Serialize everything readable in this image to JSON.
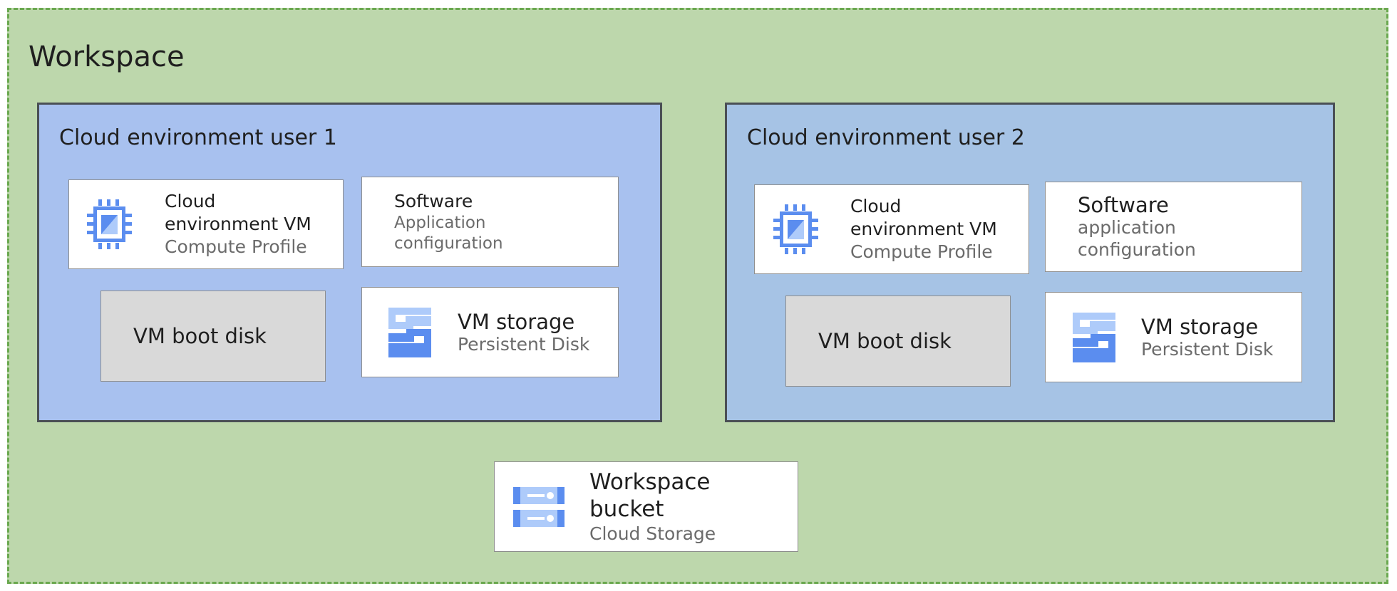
{
  "colors": {
    "workspace_fill": "#bdd7ac",
    "workspace_border": "#6aa84f",
    "env1_fill": "#a8c1ef",
    "env2_fill": "#a6c3e5",
    "icon_dark": "#5b8def",
    "icon_light": "#aecbfa"
  },
  "workspace": {
    "title": "Workspace",
    "bucket": {
      "title_line1": "Workspace",
      "title_line2": "bucket",
      "subtitle": "Cloud Storage",
      "icon": "cloud-storage-icon"
    }
  },
  "env1": {
    "title": "Cloud environment user 1",
    "vm": {
      "line1": "Cloud",
      "line2": "environment VM",
      "subtitle": "Compute Profile",
      "icon": "compute-chip-icon"
    },
    "software": {
      "title": "Software",
      "line1": "Application",
      "line2": "configuration"
    },
    "boot_disk": {
      "label": "VM boot disk"
    },
    "storage": {
      "title": "VM storage",
      "subtitle": "Persistent Disk",
      "icon": "persistent-disk-icon"
    }
  },
  "env2": {
    "title": "Cloud environment user 2",
    "vm": {
      "line1": "Cloud",
      "line2": "environment VM",
      "subtitle": "Compute Profile",
      "icon": "compute-chip-icon"
    },
    "software": {
      "title": "Software",
      "line1": "application",
      "line2": "configuration"
    },
    "boot_disk": {
      "label": "VM boot disk"
    },
    "storage": {
      "title": "VM storage",
      "subtitle": "Persistent Disk",
      "icon": "persistent-disk-icon"
    }
  }
}
